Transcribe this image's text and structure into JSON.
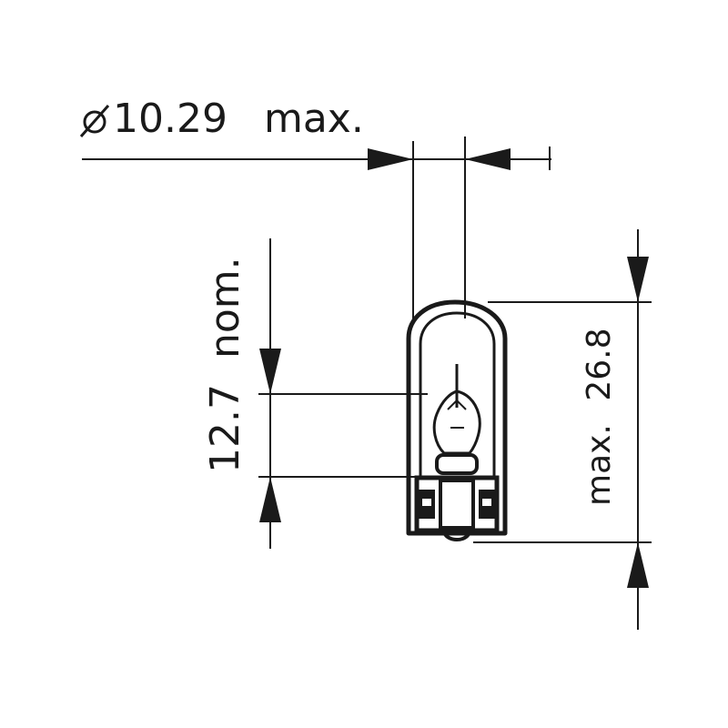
{
  "dimensions": {
    "diameter": {
      "symbol": "ø",
      "value": "10.29",
      "qualifier": "max."
    },
    "base_height": {
      "value": "12.7",
      "qualifier": "nom."
    },
    "overall_height": {
      "qualifier": "max.",
      "value": "26.8"
    }
  },
  "colors": {
    "line": "#1a1a1a",
    "background": "#ffffff"
  }
}
